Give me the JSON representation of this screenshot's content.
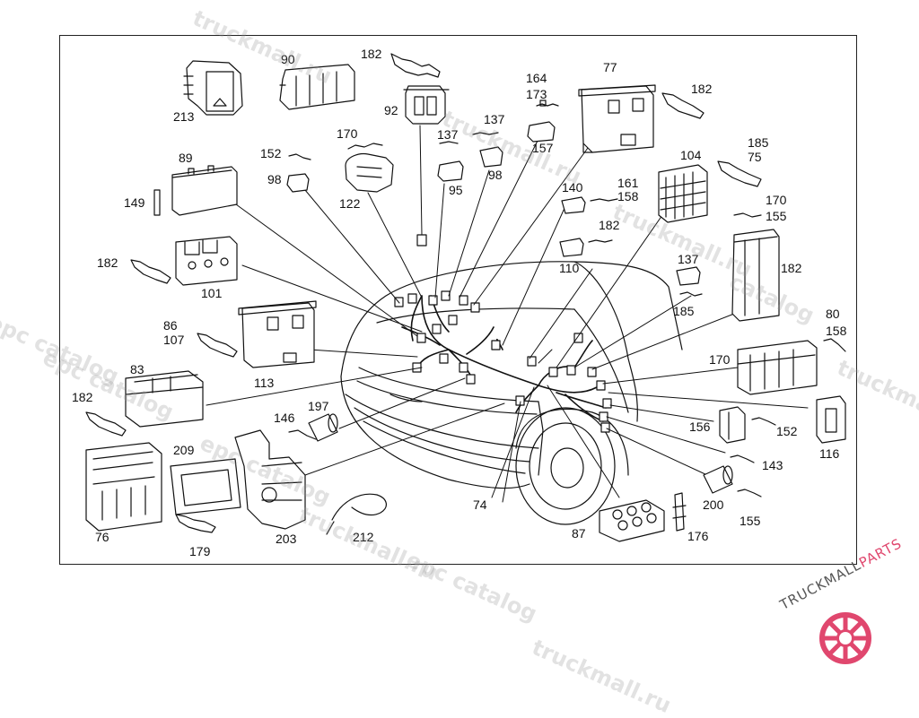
{
  "callouts": [
    "213",
    "90",
    "182",
    "92",
    "77",
    "182",
    "164",
    "173",
    "137",
    "137",
    "157",
    "98",
    "170",
    "152",
    "98",
    "95",
    "122",
    "89",
    "149",
    "182",
    "185",
    "75",
    "104",
    "140",
    "161",
    "158",
    "170",
    "155",
    "182",
    "86",
    "107",
    "101",
    "110",
    "137",
    "182",
    "185",
    "80",
    "158",
    "170",
    "113",
    "83",
    "182",
    "197",
    "146",
    "156",
    "152",
    "116",
    "209",
    "143",
    "200",
    "74",
    "155",
    "76",
    "179",
    "203",
    "212",
    "87",
    "176"
  ],
  "watermark": {
    "texts": [
      "epc catalog",
      "truckmall.ru",
      "epc catalog",
      "truckmall.ru",
      "truckmall.ru",
      "catalog",
      "truckmall.ru",
      "epc catalog",
      "truckmall.ru",
      "epc catalog",
      "truckmall.ru"
    ],
    "color": "#969696"
  },
  "logo": {
    "text_main": "TRUCKMALL",
    "text_accent": "PARTS",
    "accent_color": "#e0476e"
  },
  "colors": {
    "line": "#111111",
    "frame": "#222222"
  }
}
